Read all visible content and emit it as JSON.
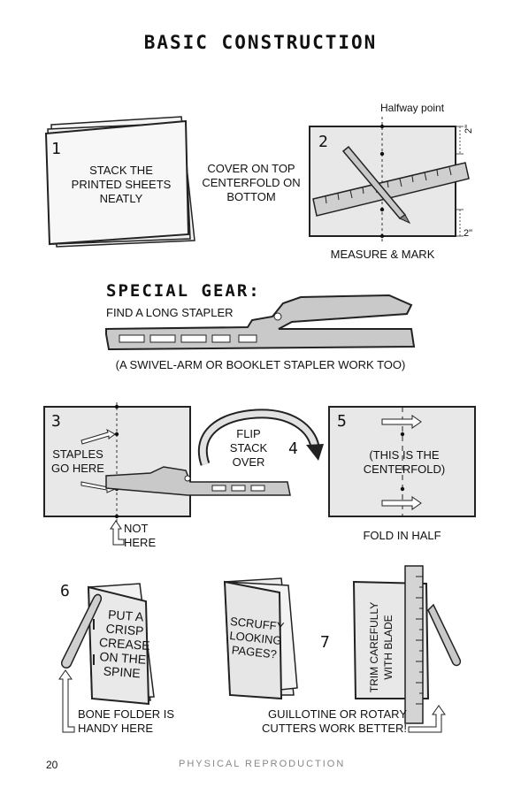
{
  "page": {
    "title": "BASIC CONSTRUCTION",
    "page_number": "20",
    "section": "PHYSICAL REPRODUCTION"
  },
  "step1": {
    "number": "1",
    "text": "STACK THE PRINTED SHEETS NEATLY",
    "side_note": "COVER ON TOP CENTERFOLD ON BOTTOM"
  },
  "step2": {
    "number": "2",
    "halfway": "Halfway point",
    "measure_top": "2\"",
    "measure_bottom": "2\"",
    "caption": "MEASURE & MARK"
  },
  "gear": {
    "title": "SPECIAL GEAR:",
    "find": "FIND A LONG STAPLER",
    "note": "(A SWIVEL-ARM OR BOOKLET STAPLER WORK TOO)"
  },
  "step3": {
    "number": "3",
    "staples": "STAPLES GO HERE",
    "not_here": "NOT HERE"
  },
  "step4": {
    "number": "4",
    "text": "FLIP STACK OVER"
  },
  "step5": {
    "number": "5",
    "text": "(THIS IS THE CENTERFOLD)",
    "caption": "FOLD IN HALF"
  },
  "step6": {
    "number": "6",
    "text": "PUT A CRISP CREASE ON THE SPINE",
    "caption": "BONE FOLDER IS HANDY HERE"
  },
  "step7": {
    "number": "7",
    "scruffy": "SCRUFFY LOOKING PAGES?",
    "trim": "TRIM CAREFULLY WITH BLADE",
    "caption": "GUILLOTINE OR ROTARY CUTTERS WORK BETTER!"
  }
}
